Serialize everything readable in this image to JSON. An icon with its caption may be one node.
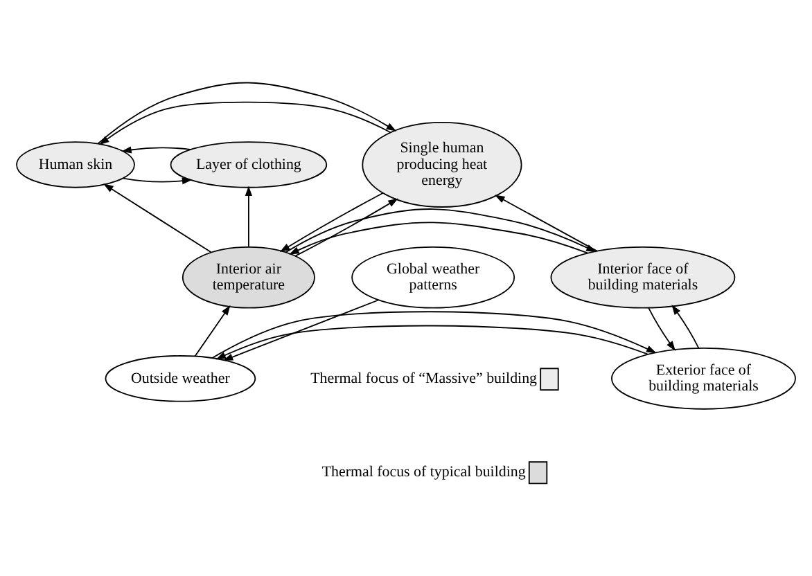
{
  "diagram": {
    "nodes": [
      {
        "text": [
          "Single human producing heat energy"
        ]
      },
      {
        "text": [
          "Human skin"
        ]
      },
      {
        "text": [
          "Layer of clothing"
        ]
      },
      {
        "text": [
          "Interior face of building materials"
        ]
      },
      {
        "text": [
          "Interior air temperature"
        ]
      },
      {
        "text": [
          "Exterior face of building materials"
        ]
      },
      {
        "text": [
          "Outside weather"
        ]
      },
      {
        "text": [
          "Global weather patterns"
        ]
      }
    ],
    "edges": [
      {
        "from": 0,
        "to": 1,
        "arrow": "to"
      },
      {
        "from": 1,
        "to": 0,
        "arrow": "to"
      },
      {
        "from": 1,
        "to": 2,
        "arrow": "to"
      },
      {
        "from": 2,
        "to": 1,
        "arrow": "to"
      },
      {
        "from": 0,
        "to": 4,
        "arrow": "to"
      },
      {
        "from": 4,
        "to": 0,
        "arrow": "to"
      },
      {
        "from": 4,
        "to": 1,
        "arrow": "to"
      },
      {
        "from": 3,
        "to": 4,
        "arrow": "to"
      },
      {
        "from": 4,
        "to": 3,
        "arrow": "to"
      },
      {
        "from": 3,
        "to": 0,
        "arrow": "to"
      },
      {
        "from": 3,
        "to": 5,
        "arrow": "to"
      },
      {
        "from": 5,
        "to": 3,
        "arrow": "to"
      },
      {
        "from": 5,
        "to": 6,
        "arrow": "to"
      },
      {
        "from": 6,
        "to": 5,
        "arrow": "to"
      },
      {
        "from": 7,
        "to": 6,
        "arrow": "to"
      },
      {
        "from": 6,
        "to": 4,
        "arrow": "to"
      },
      {
        "from": 4,
        "to": 2,
        "arrow": "to"
      }
    ],
    "legend": [
      {
        "text": "Thermal focus of “Massive” building"
      },
      {
        "text": "Thermal focus of typical building"
      }
    ]
  }
}
